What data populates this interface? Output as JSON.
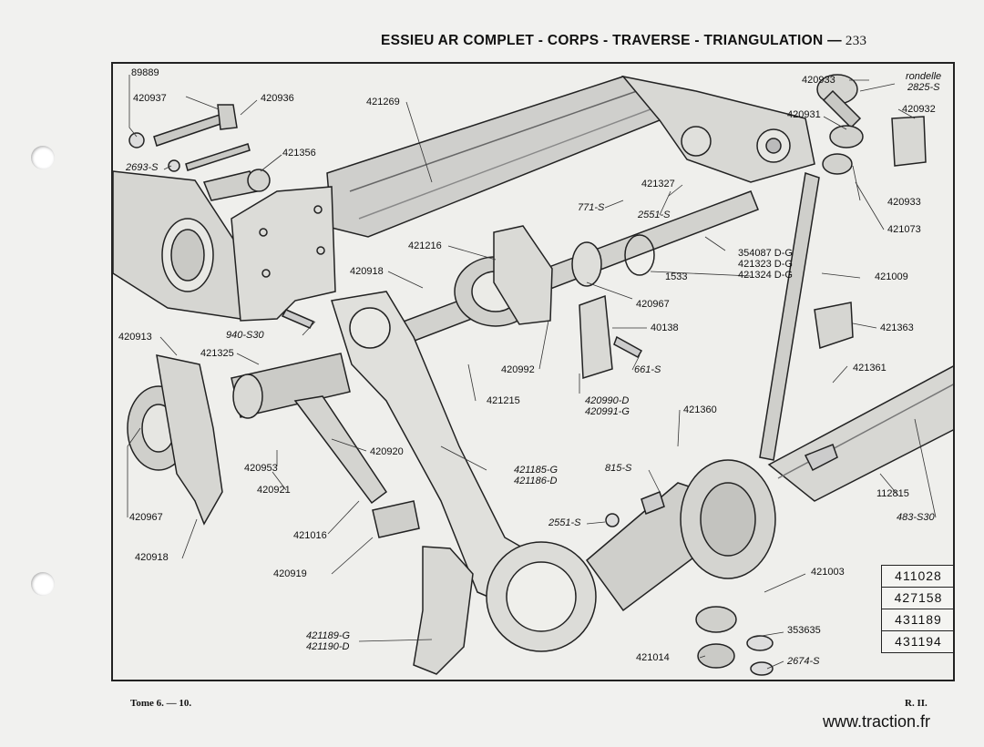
{
  "header": {
    "title": "ESSIEU AR COMPLET - CORPS - TRAVERSE - TRIANGULATION —",
    "page_number": "233"
  },
  "labels": [
    {
      "text": "89889"
    },
    {
      "text": "420937"
    },
    {
      "text": "420936"
    },
    {
      "text": "421356"
    },
    {
      "text": "2693-S"
    },
    {
      "text": "421269"
    },
    {
      "text": "420933"
    },
    {
      "text": "rondelle"
    },
    {
      "text": "2825-S"
    },
    {
      "text": "420931"
    },
    {
      "text": "420932"
    },
    {
      "text": "421327"
    },
    {
      "text": "771-S"
    },
    {
      "text": "2551-S"
    },
    {
      "text": "420933"
    },
    {
      "text": "421073"
    },
    {
      "text": "421216"
    },
    {
      "text": "354087 D-G"
    },
    {
      "text": "421323 D-G"
    },
    {
      "text": "421324 D-G"
    },
    {
      "text": "420918"
    },
    {
      "text": "1533"
    },
    {
      "text": "421009"
    },
    {
      "text": "420967"
    },
    {
      "text": "940-S30"
    },
    {
      "text": "40138"
    },
    {
      "text": "421363"
    },
    {
      "text": "420913"
    },
    {
      "text": "421325"
    },
    {
      "text": "420992"
    },
    {
      "text": "661-S"
    },
    {
      "text": "421361"
    },
    {
      "text": "421215"
    },
    {
      "text": "420990-D"
    },
    {
      "text": "420991-G"
    },
    {
      "text": "421360"
    },
    {
      "text": "420920"
    },
    {
      "text": "420953"
    },
    {
      "text": "421185-G"
    },
    {
      "text": "421186-D"
    },
    {
      "text": "815-S"
    },
    {
      "text": "112815"
    },
    {
      "text": "420921"
    },
    {
      "text": "483-S30"
    },
    {
      "text": "420967"
    },
    {
      "text": "421016"
    },
    {
      "text": "2551-S"
    },
    {
      "text": "420918"
    },
    {
      "text": "420919"
    },
    {
      "text": "421003"
    },
    {
      "text": "353635"
    },
    {
      "text": "421189-G"
    },
    {
      "text": "421190-D"
    },
    {
      "text": "421014"
    },
    {
      "text": "2674-S"
    }
  ],
  "reference_table": [
    "411028",
    "427158",
    "431189",
    "431194"
  ],
  "footer": {
    "left": "Tome 6. — 10.",
    "right": "R. II."
  },
  "watermark": "www.traction.fr"
}
